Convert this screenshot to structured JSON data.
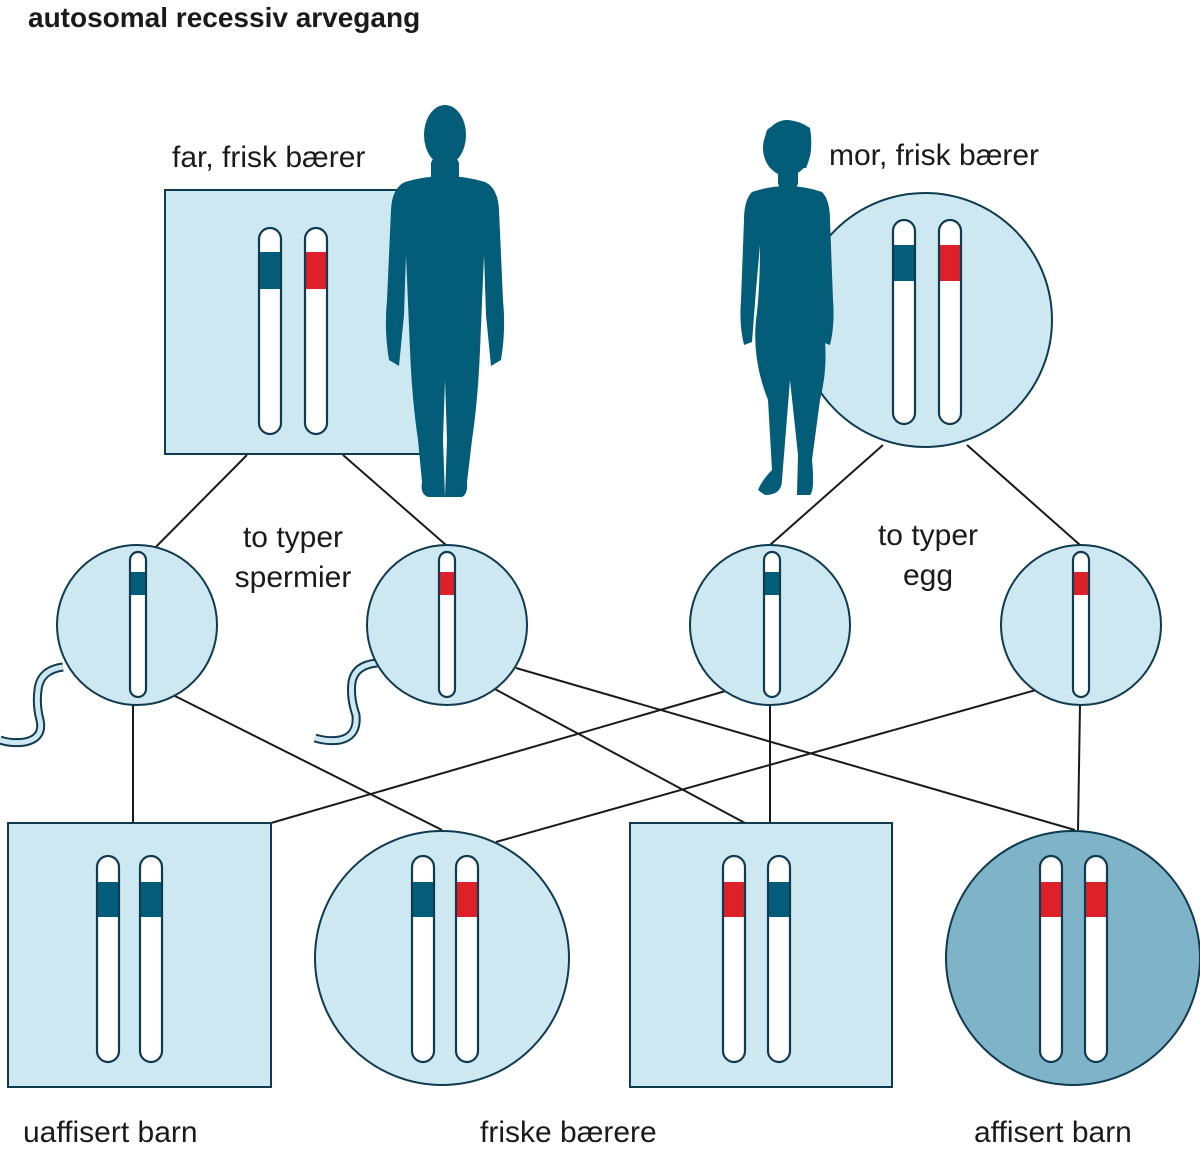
{
  "title": "autosomal recessiv arvegang",
  "labels": {
    "father": "far, frisk bærer",
    "mother": "mor, frisk bærer",
    "sperm_line1": "to typer",
    "sperm_line2": "spermier",
    "egg_line1": "to typer",
    "egg_line2": "egg",
    "unaffected": "uaffisert barn",
    "carriers": "friske bærere",
    "affected": "affisert barn"
  },
  "colors": {
    "dark_teal": "#045d78",
    "light_blue": "#cde8f1",
    "affected_blue": "#7fb4c8",
    "red_allele": "#de2128",
    "outline": "#0f3a4f",
    "line": "#1a1a1a"
  },
  "icons": {
    "father_figure": "male-silhouette-icon",
    "mother_figure": "female-silhouette-icon",
    "sperm_tail": "sperm-tail-icon"
  },
  "genotypes": {
    "father": [
      "normal",
      "recessive"
    ],
    "mother": [
      "normal",
      "recessive"
    ],
    "sperm": [
      [
        "normal"
      ],
      [
        "recessive"
      ]
    ],
    "eggs": [
      [
        "normal"
      ],
      [
        "recessive"
      ]
    ],
    "children": [
      [
        "normal",
        "normal"
      ],
      [
        "normal",
        "recessive"
      ],
      [
        "recessive",
        "normal"
      ],
      [
        "recessive",
        "recessive"
      ]
    ]
  }
}
